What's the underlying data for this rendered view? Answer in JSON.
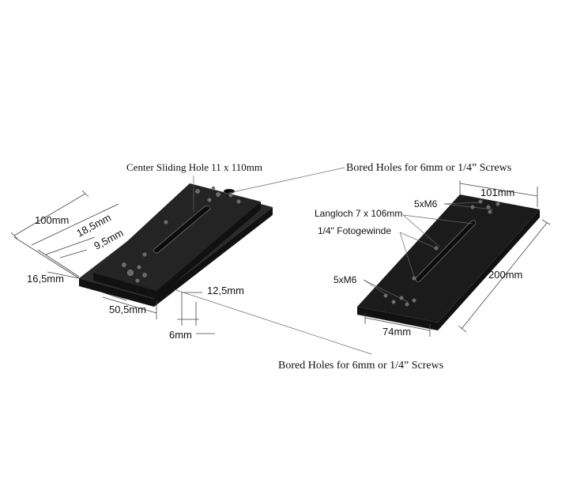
{
  "left_plate": {
    "dims": {
      "width": "100mm",
      "offset_1": "18,5mm",
      "offset_2": "9,5mm",
      "offset_3": "16,5mm",
      "offset_4": "50,5mm",
      "thickness_step": "12,5mm",
      "thickness": "6mm"
    },
    "callouts": {
      "slot": "Center Sliding Hole 11 x 110mm",
      "top_holes": "Bored Holes for 6mm or 1/4” Screws",
      "bottom_holes": "Bored Holes for 6mm or 1/4” Screws"
    }
  },
  "right_plate": {
    "dims": {
      "width": "101mm",
      "length": "200mm",
      "base": "74mm"
    },
    "callouts": {
      "m6_top": "5xM6",
      "slot": "Langloch 7 x 106mm",
      "thread": "1/4\" Fotogewinde",
      "m6_bottom": "5xM6"
    }
  }
}
